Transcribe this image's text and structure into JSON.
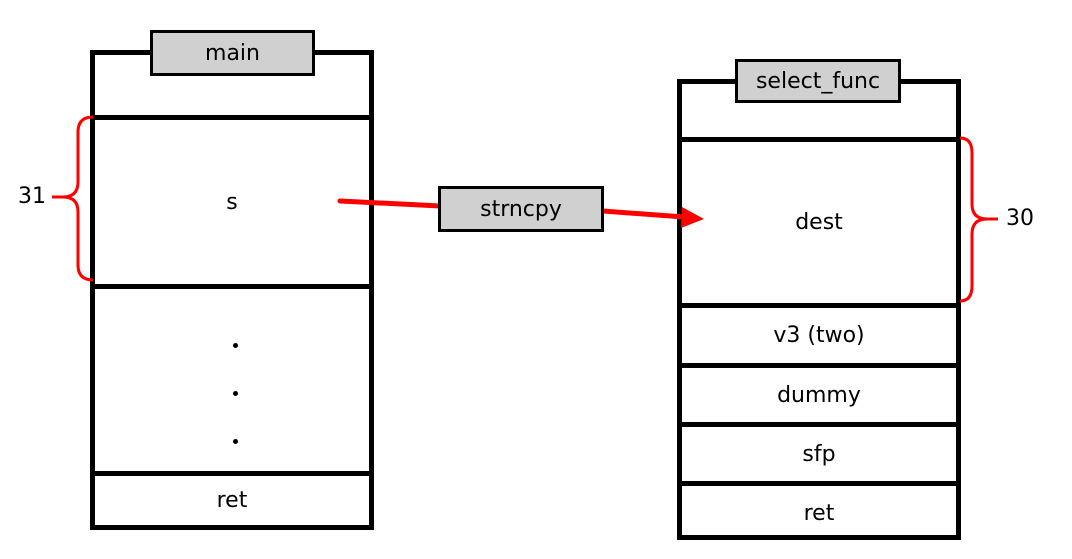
{
  "colors": {
    "accent": "#ff0000",
    "tab_fill": "#d0d0d0",
    "outline": "#000000"
  },
  "main_frame": {
    "title": "main",
    "cells": {
      "s": "s",
      "ret": "ret"
    },
    "size_label": "31"
  },
  "call": {
    "label": "strncpy"
  },
  "select_func_frame": {
    "title": "select_func",
    "cells": {
      "dest": "dest",
      "v3": "v3 (two)",
      "dummy": "dummy",
      "sfp": "sfp",
      "ret": "ret"
    },
    "size_label": "30"
  }
}
